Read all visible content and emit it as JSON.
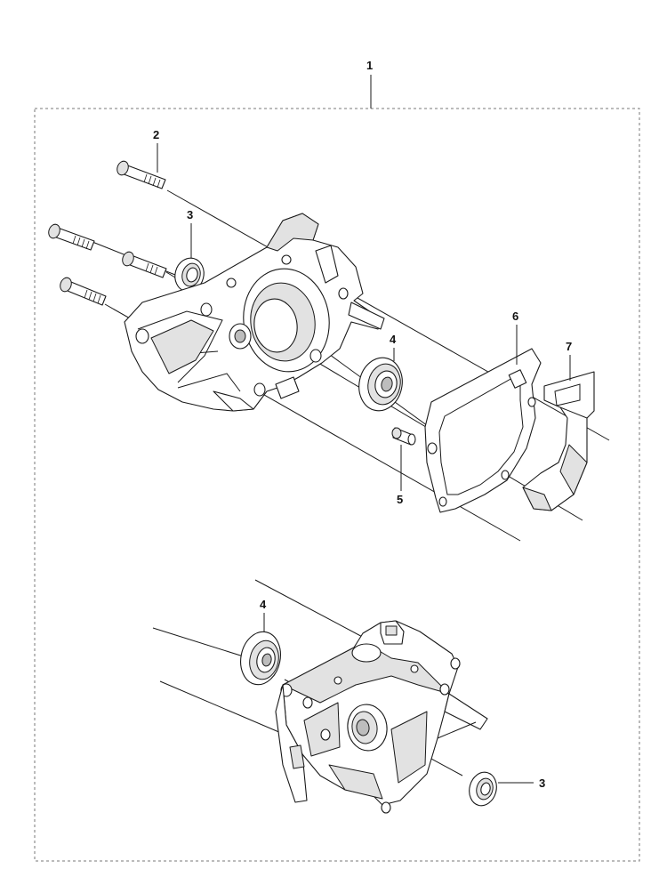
{
  "callouts": {
    "assembly": "1",
    "screw": "2",
    "seal_top": "3",
    "bearing_top": "4",
    "guide_pin": "5",
    "gasket": "6",
    "deflector": "7",
    "bearing_bottom": "4",
    "seal_bottom": "3"
  }
}
